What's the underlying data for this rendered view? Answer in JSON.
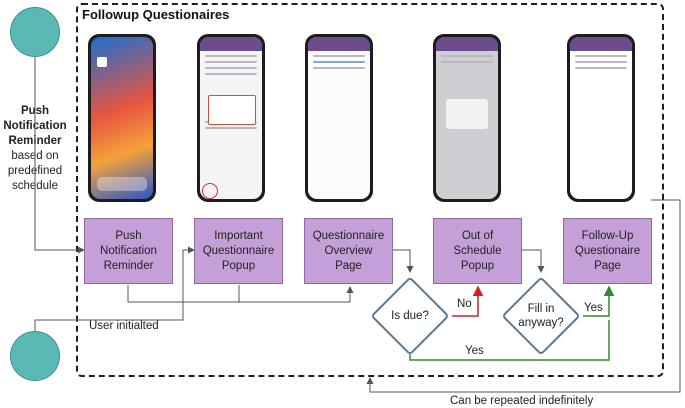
{
  "frame": {
    "title": "Followup Questionaires"
  },
  "left_label": {
    "line1": "Push",
    "line2": "Notification",
    "line3": "Reminder",
    "line4": "based on",
    "line5": "predefined",
    "line6": "schedule"
  },
  "phones": [
    {
      "screen": "Home screen"
    },
    {
      "screen": "Notice"
    },
    {
      "screen": "Questionnaire"
    },
    {
      "screen": "Popup"
    },
    {
      "screen": "Form"
    }
  ],
  "boxes": {
    "push": [
      "Push",
      "Notification",
      "Reminder"
    ],
    "important": [
      "Important",
      "Questionnaire",
      "Popup"
    ],
    "overview": [
      "Questionnaire",
      "Overview",
      "Page"
    ],
    "out": [
      "Out of",
      "Schedule",
      "Popup"
    ],
    "followup": [
      "Follow-Up",
      "Questionaire",
      "Page"
    ]
  },
  "decisions": {
    "is_due": "Is due?",
    "fill_in": [
      "Fill in",
      "anyway?"
    ]
  },
  "edge_labels": {
    "no": "No",
    "yes_right": "Yes",
    "yes_bottom": "Yes"
  },
  "user_initiated": "User initialted",
  "repeat": "Can be repeated indefinitely",
  "colors": {
    "node_fill": "#c49fd8",
    "yes_edge": "#2e8b2e",
    "no_edge": "#d22020",
    "circle": "#5ab9b4"
  }
}
